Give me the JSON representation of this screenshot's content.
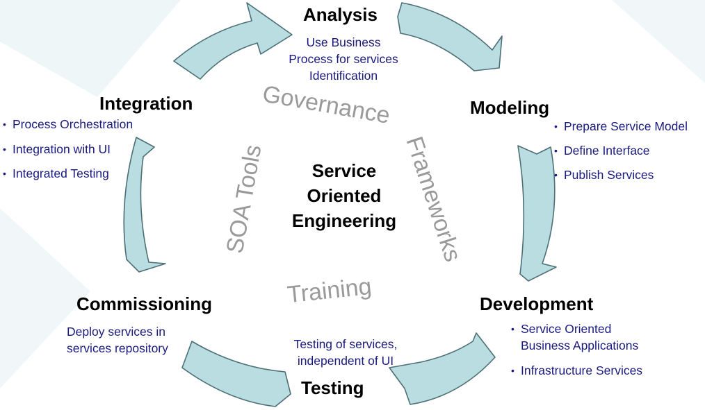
{
  "center_title": [
    "Service",
    "Oriented",
    "Engineering"
  ],
  "ring_words": {
    "governance": "Governance",
    "frameworks": "Frameworks",
    "training": "Training",
    "soa_tools": "SOA Tools"
  },
  "stages": {
    "analysis": {
      "title": "Analysis",
      "lines": [
        "Use Business",
        "Process for services",
        "Identification"
      ]
    },
    "modeling": {
      "title": "Modeling",
      "bullets": [
        "Prepare Service Model",
        "Define Interface",
        "Publish Services"
      ]
    },
    "development": {
      "title": "Development",
      "bullets": [
        "Service Oriented Business Applications",
        "Infrastructure Services"
      ],
      "bullet_lines": [
        [
          "Service Oriented",
          "Business Applications"
        ],
        [
          "Infrastructure Services"
        ]
      ]
    },
    "testing": {
      "title": "Testing",
      "lines": [
        "Testing of services,",
        "independent of UI"
      ]
    },
    "commissioning": {
      "title": "Commissioning",
      "lines": [
        "Deploy services in",
        "services repository"
      ]
    },
    "integration": {
      "title": "Integration",
      "bullets": [
        "Process Orchestration",
        "Integration with UI",
        "Integrated Testing"
      ]
    }
  },
  "colors": {
    "arrow_fill": "#b9dde1",
    "arrow_stroke": "#4c6f76",
    "description_text": "#1a1a7e",
    "ring_text": "#9a9a9a"
  }
}
